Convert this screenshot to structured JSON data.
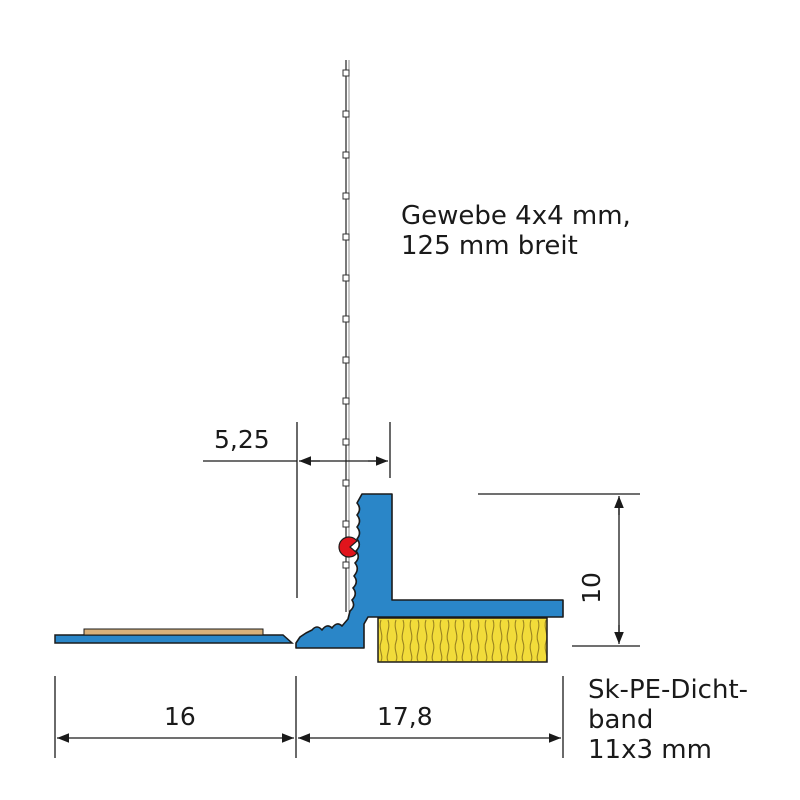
{
  "labels": {
    "mesh_line1": "Gewebe 4x4 mm,",
    "mesh_line2": "125 mm breit",
    "seal_line1": "Sk-PE-Dicht-",
    "seal_line2": "band",
    "seal_line3": "11x3 mm"
  },
  "dimensions": {
    "d_525": "5,25",
    "d_16": "16",
    "d_178": "17,8",
    "d_10": "10"
  },
  "colors": {
    "profile": "#2a86c8",
    "profile_outline": "#1b1b1b",
    "tape": "#d8b07a",
    "foam": "#f2dc3a",
    "foam_pattern": "#9a8420",
    "seal_bead": "#e0141c",
    "dimension_line": "#1a1a1a"
  }
}
